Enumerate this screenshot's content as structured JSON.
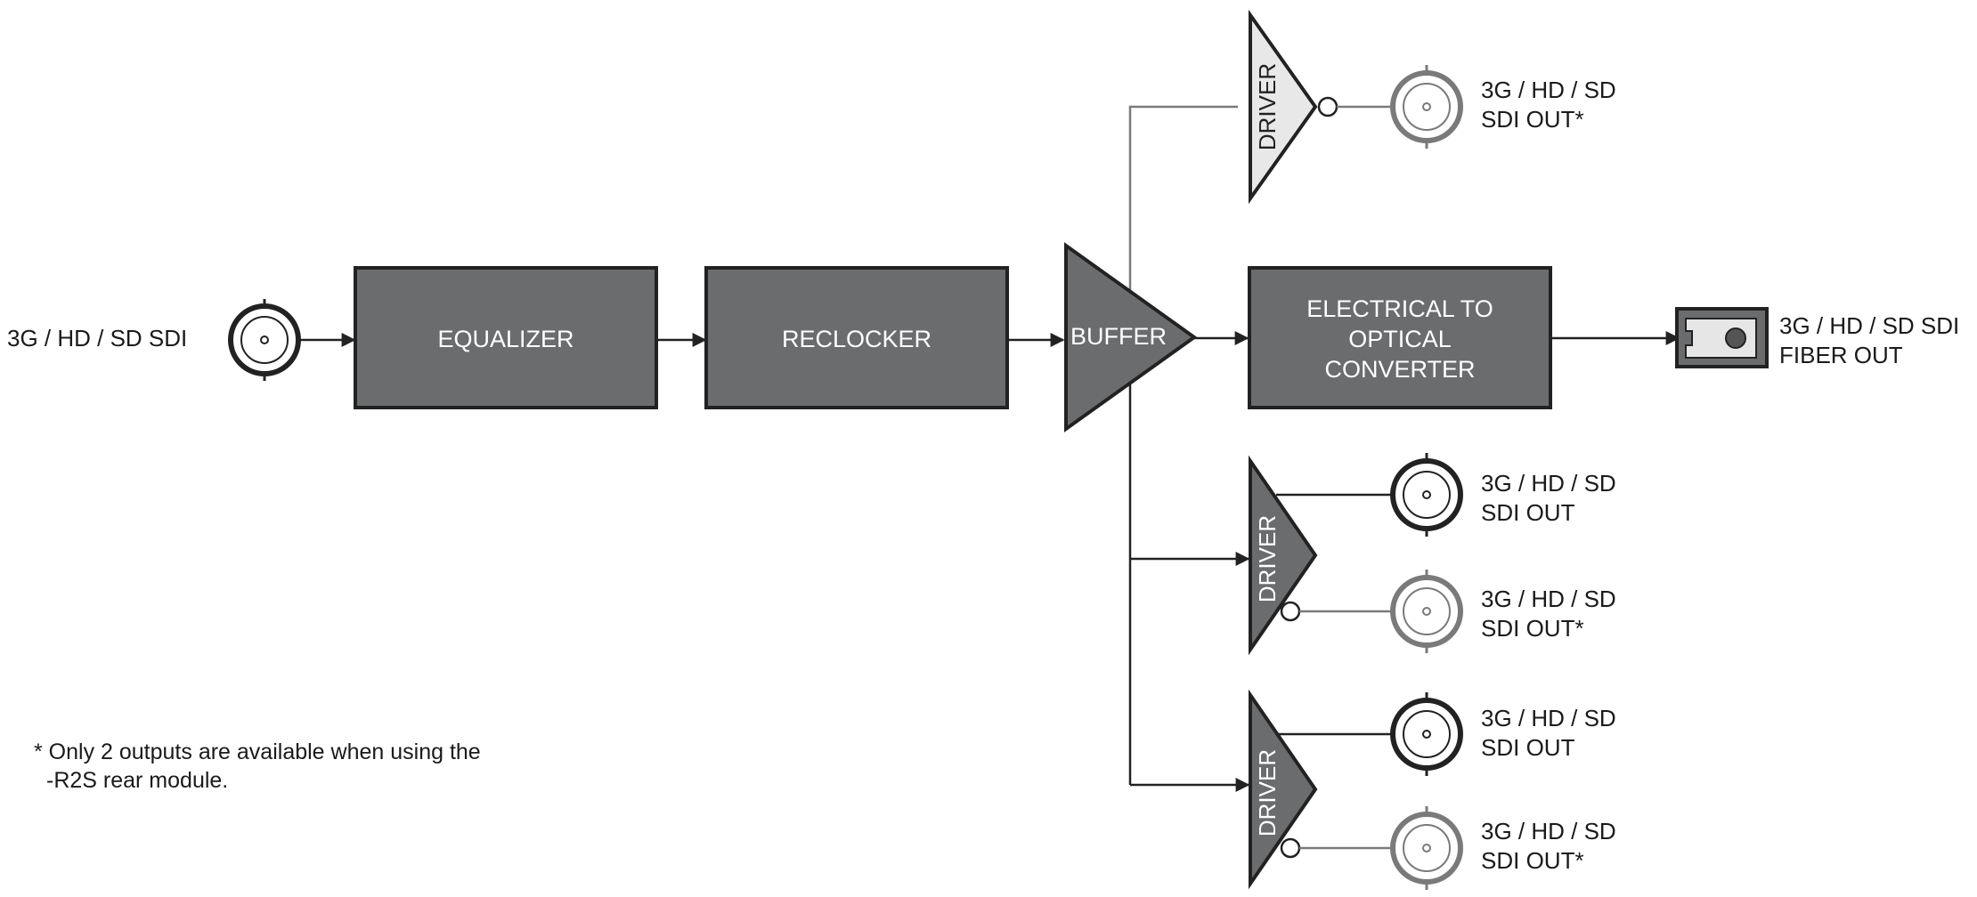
{
  "input": {
    "label": "3G / HD / SD SDI"
  },
  "blocks": {
    "equalizer": "EQUALIZER",
    "reclocker": "RECLOCKER",
    "buffer": "BUFFER",
    "converter": [
      "ELECTRICAL TO",
      "OPTICAL",
      "CONVERTER"
    ]
  },
  "drivers": {
    "label": "DRIVER"
  },
  "outputs": {
    "top_optional": [
      "3G / HD / SD",
      "SDI OUT*"
    ],
    "fiber": [
      "3G / HD / SD SDI",
      "FIBER OUT"
    ],
    "out1": [
      "3G / HD / SD",
      "SDI OUT"
    ],
    "out2": [
      "3G / HD / SD",
      "SDI OUT*"
    ],
    "out3": [
      "3G / HD / SD",
      "SDI OUT"
    ],
    "out4": [
      "3G / HD / SD",
      "SDI OUT*"
    ]
  },
  "footnote": [
    "* Only 2 outputs are available when using the",
    "-R2S rear module."
  ],
  "colors": {
    "block_fill": "#6b6c6d",
    "outline": "#222222",
    "optional_gray": "#7a7a7a",
    "light_fill": "#e8e8e8"
  }
}
